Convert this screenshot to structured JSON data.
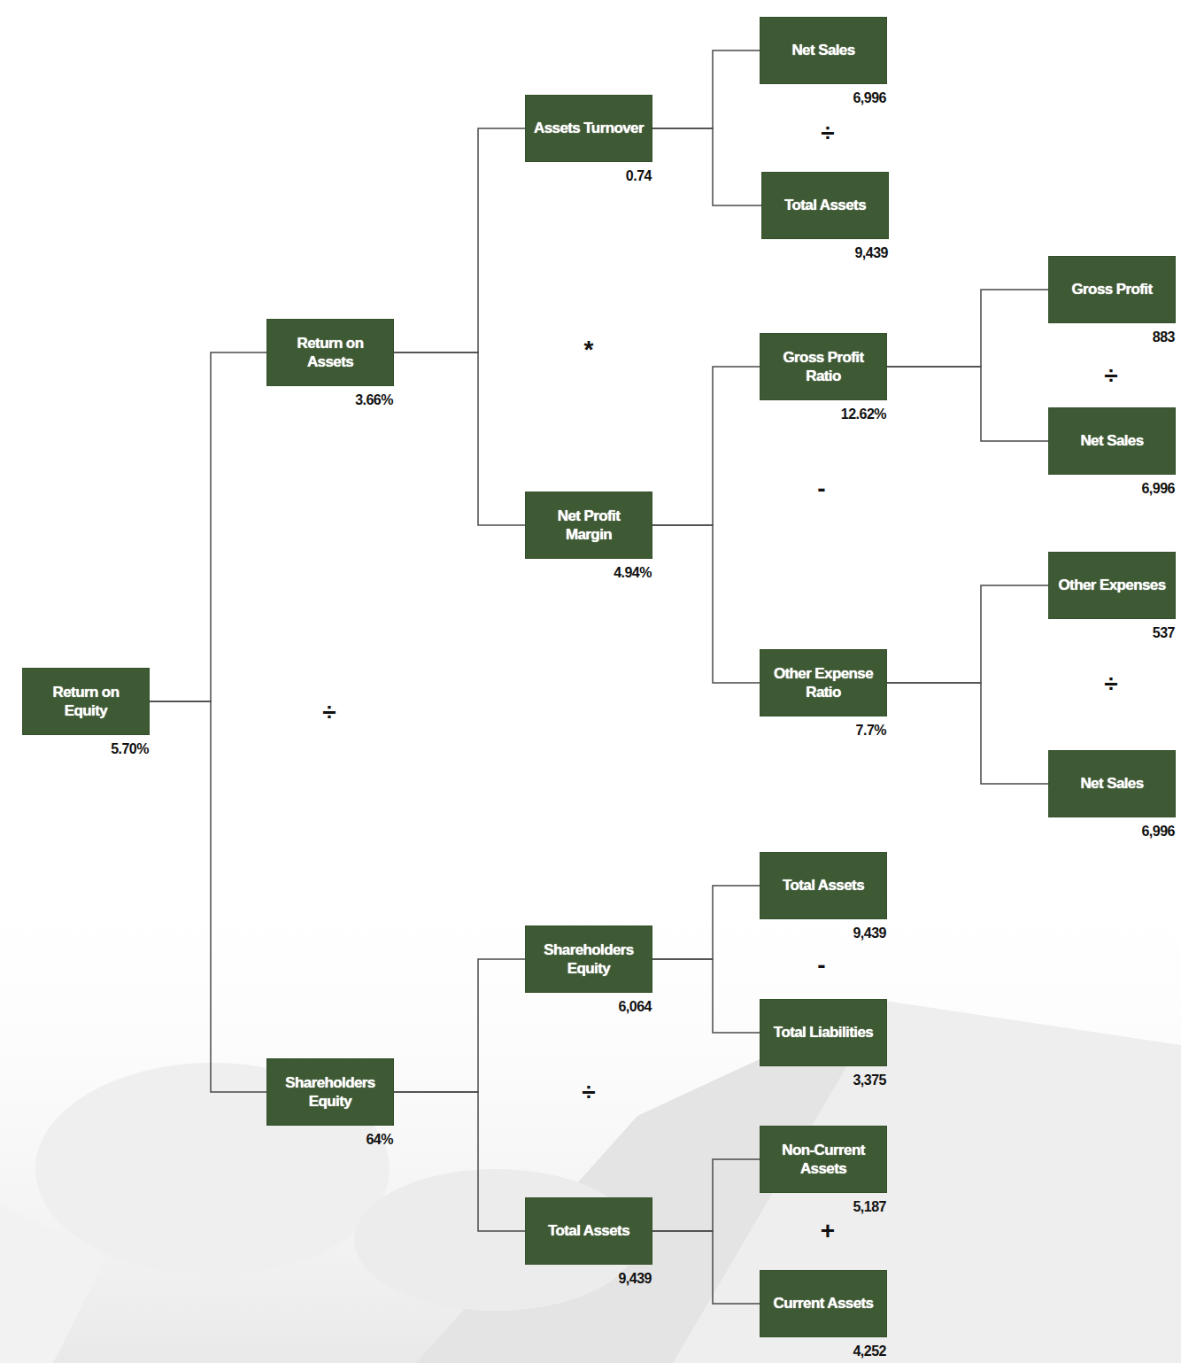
{
  "diagram": {
    "nodes": [
      {
        "text": [
          "Return on Equity",
          "5.70%"
        ]
      },
      {
        "text": [
          "Return on Assets",
          "3.66%"
        ]
      },
      {
        "text": [
          "Shareholders Equity",
          "64%"
        ]
      },
      {
        "text": [
          "Assets Turnover",
          "0.74"
        ]
      },
      {
        "text": [
          "Net Profit Margin",
          "4.94%"
        ]
      },
      {
        "text": [
          "Shareholders Equity",
          "6,064"
        ]
      },
      {
        "text": [
          "Total Assets",
          "9,439"
        ]
      },
      {
        "text": [
          "Net Sales",
          "6,996"
        ]
      },
      {
        "text": [
          "Total Assets",
          "9,439"
        ]
      },
      {
        "text": [
          "Gross Profit Ratio",
          "12.62%"
        ]
      },
      {
        "text": [
          "Other Expense Ratio",
          "7.7%"
        ]
      },
      {
        "text": [
          "Total Assets",
          "9,439"
        ]
      },
      {
        "text": [
          "Total Liabilities",
          "3,375"
        ]
      },
      {
        "text": [
          "Non-Current Assets",
          "5,187"
        ]
      },
      {
        "text": [
          "Current Assets",
          "4,252"
        ]
      },
      {
        "text": [
          "Gross Profit",
          "883"
        ]
      },
      {
        "text": [
          "Net Sales",
          "6,996"
        ]
      },
      {
        "text": [
          "Other Expenses",
          "537"
        ]
      },
      {
        "text": [
          "Net Sales",
          "6,996"
        ]
      }
    ],
    "edges": [
      {
        "from": 0,
        "to": 1,
        "arrow": "none"
      },
      {
        "from": 0,
        "to": 2,
        "arrow": "none"
      },
      {
        "from": 1,
        "to": 3,
        "arrow": "none"
      },
      {
        "from": 1,
        "to": 4,
        "arrow": "none"
      },
      {
        "from": 2,
        "to": 5,
        "arrow": "none"
      },
      {
        "from": 2,
        "to": 6,
        "arrow": "none"
      },
      {
        "from": 3,
        "to": 7,
        "arrow": "none"
      },
      {
        "from": 3,
        "to": 8,
        "arrow": "none"
      },
      {
        "from": 4,
        "to": 9,
        "arrow": "none"
      },
      {
        "from": 4,
        "to": 10,
        "arrow": "none"
      },
      {
        "from": 5,
        "to": 11,
        "arrow": "none"
      },
      {
        "from": 5,
        "to": 12,
        "arrow": "none"
      },
      {
        "from": 6,
        "to": 13,
        "arrow": "none"
      },
      {
        "from": 6,
        "to": 14,
        "arrow": "none"
      },
      {
        "from": 9,
        "to": 15,
        "arrow": "none"
      },
      {
        "from": 9,
        "to": 16,
        "arrow": "none"
      },
      {
        "from": 10,
        "to": 17,
        "arrow": "none"
      },
      {
        "from": 10,
        "to": 18,
        "arrow": "none"
      }
    ],
    "labels": [
      "*",
      "÷",
      "÷",
      "-",
      "÷",
      "÷",
      "-",
      "÷",
      "+"
    ]
  }
}
